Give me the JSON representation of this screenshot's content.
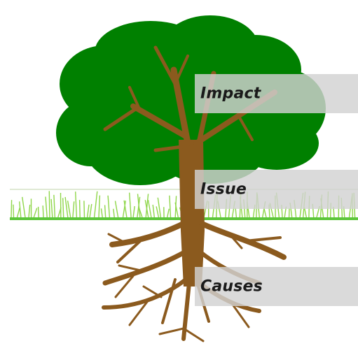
{
  "diagram": {
    "labels": {
      "impact": "Impact",
      "issue": "Issue",
      "causes": "Causes"
    }
  },
  "colors": {
    "canopy": "#008000",
    "trunk": "#8b5a1e",
    "grass": "#7ccd3a",
    "band": "#d2d2d2",
    "label_text": "#1a1a1a"
  }
}
